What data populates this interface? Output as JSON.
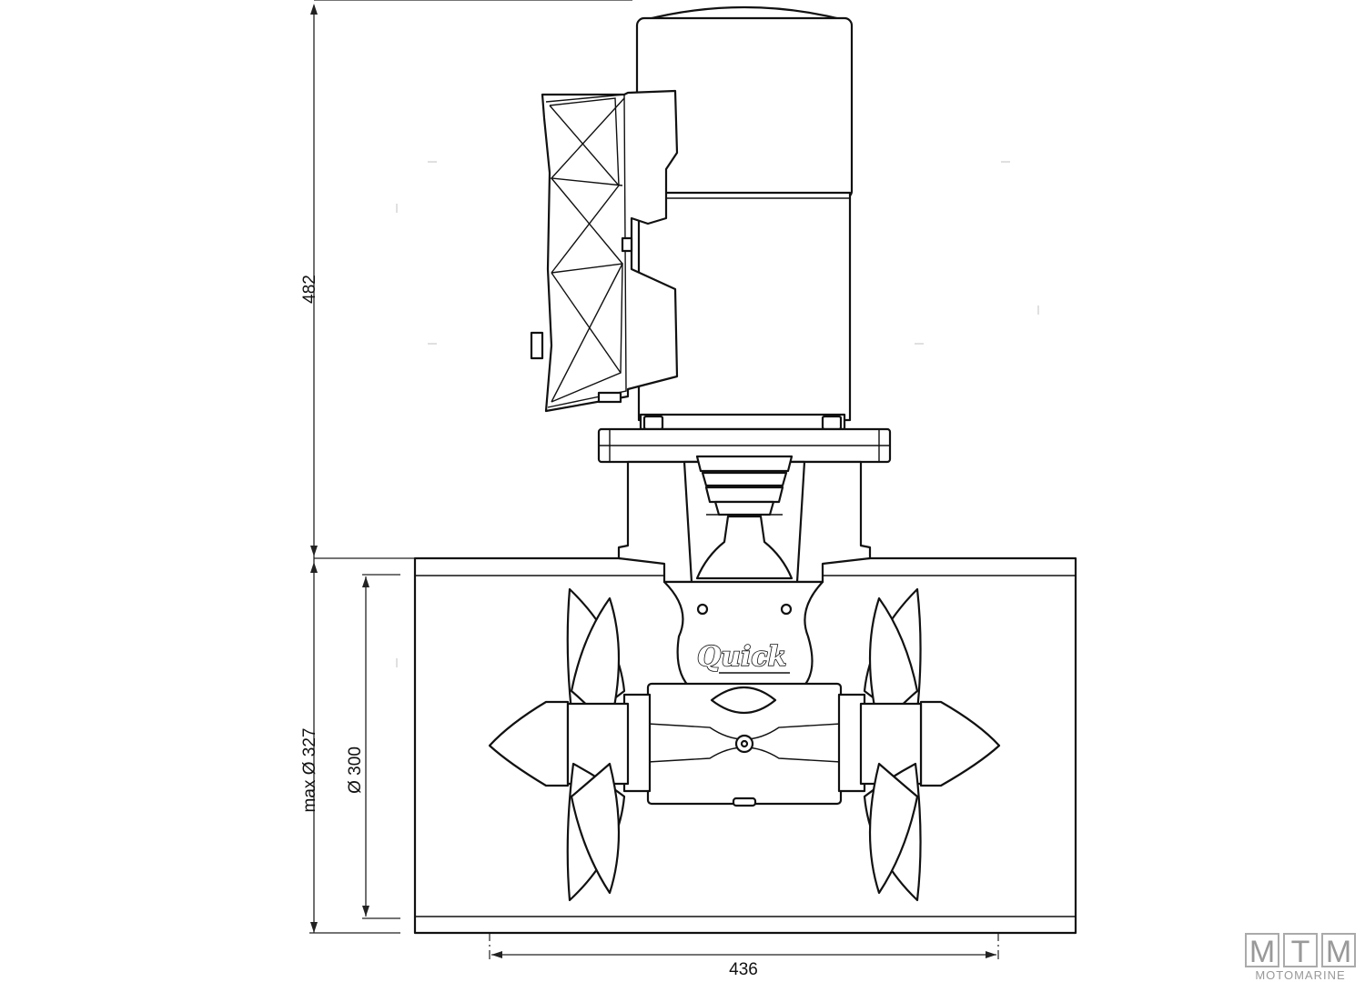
{
  "dimensions": {
    "height_total": "482",
    "tube_max_diameter": "max Ø 327",
    "tube_diameter": "Ø 300",
    "width": "436"
  },
  "logo": {
    "product_brand": "Quick",
    "watermark_letters": [
      "M",
      "T",
      "M"
    ],
    "watermark_name": "MOTOMARINE"
  }
}
